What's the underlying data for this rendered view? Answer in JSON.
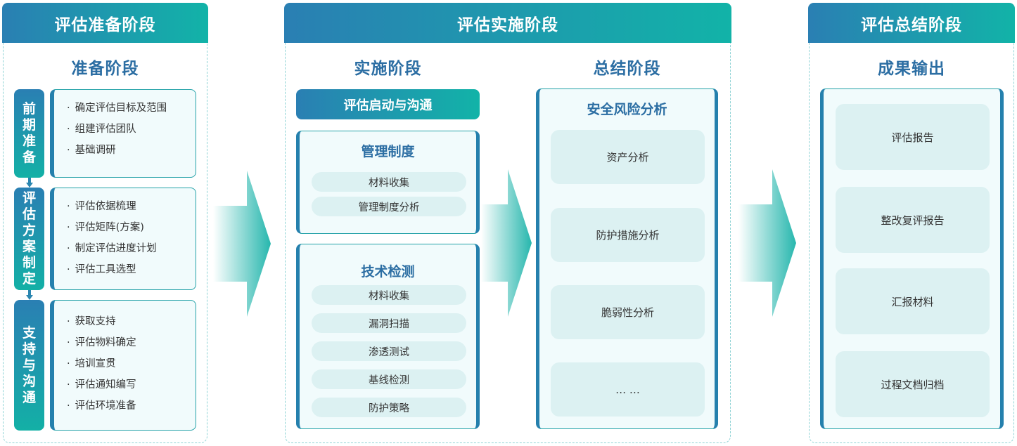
{
  "left_panel": {
    "header": "评估准备阶段",
    "subtitle": "准备阶段",
    "groups": [
      {
        "tab": [
          "前",
          "期",
          "准",
          "备"
        ],
        "items": [
          "确定评估目标及范围",
          "组建评估团队",
          "基础调研"
        ]
      },
      {
        "tab": [
          "评",
          "估",
          "方",
          "案",
          "制",
          "定"
        ],
        "items": [
          "评估依据梳理",
          "评估矩阵(方案)",
          "制定评估进度计划",
          "评估工具选型"
        ]
      },
      {
        "tab": [
          "支",
          "持",
          "与",
          "沟",
          "通"
        ],
        "items": [
          "获取支持",
          "评估物料确定",
          "培训宣贯",
          "评估通知编写",
          "评估环境准备"
        ]
      }
    ]
  },
  "middle_panel": {
    "header": "评估实施阶段",
    "implementation": {
      "subtitle": "实施阶段",
      "banner": "评估启动与沟通",
      "management": {
        "title": "管理制度",
        "items": [
          "材料收集",
          "管理制度分析"
        ]
      },
      "technical": {
        "title": "技术检测",
        "items": [
          "材料收集",
          "漏洞扫描",
          "渗透测试",
          "基线检测",
          "防护策略"
        ]
      }
    },
    "summary": {
      "subtitle": "总结阶段",
      "card_title": "安全风险分析",
      "items": [
        "资产分析",
        "防护措施分析",
        "脆弱性分析",
        "…  …"
      ]
    }
  },
  "right_panel": {
    "header": "评估总结阶段",
    "subtitle": "成果输出",
    "items": [
      "评估报告",
      "整改复评报告",
      "汇报材料",
      "过程文档归档"
    ]
  },
  "colors": {
    "primary_blue": "#2a7fb3",
    "primary_teal": "#12b3a8",
    "title_blue": "#2c6ea3",
    "chip_bg": "#dcf1f2",
    "box_bg": "#f1fbfc"
  }
}
